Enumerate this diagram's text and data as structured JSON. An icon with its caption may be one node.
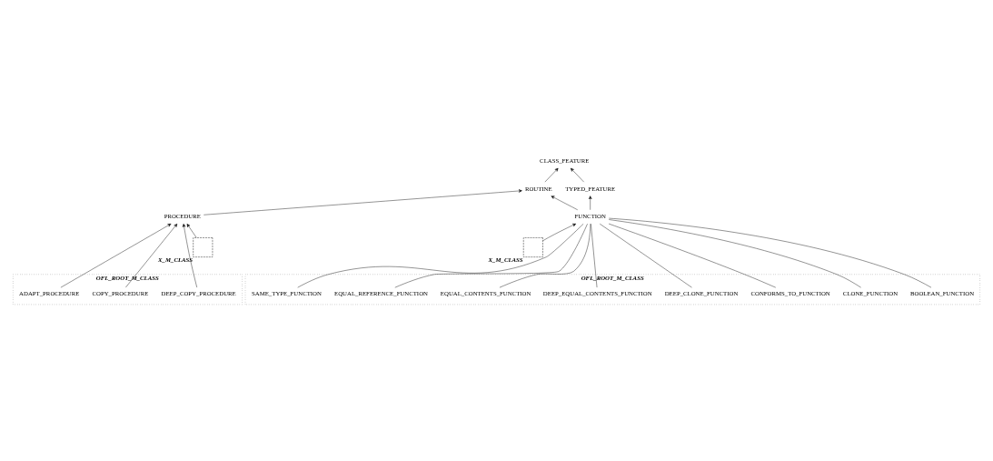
{
  "diagram": {
    "nodes": [
      {
        "text": [
          "CLASS_FEATURE"
        ]
      },
      {
        "text": [
          "ROUTINE"
        ]
      },
      {
        "text": [
          "TYPED_FEATURE"
        ]
      },
      {
        "text": [
          "PROCEDURE"
        ]
      },
      {
        "text": [
          "FUNCTION"
        ]
      },
      {
        "text": [
          "OFL_ROOT_M_CLASS"
        ]
      },
      {
        "text": [
          "ADAPT_PROCEDURE"
        ],
        "in": 5
      },
      {
        "text": [
          "COPY_PROCEDURE"
        ],
        "in": 5
      },
      {
        "text": [
          "DEEP_COPY_PROCEDURE"
        ],
        "in": 5
      },
      {
        "text": [],
        "shape": "box",
        "beside": [
          "X_M_CLASS"
        ]
      },
      {
        "text": [],
        "shape": "box",
        "beside": [
          "X_M_CLASS"
        ]
      },
      {
        "text": [
          "OFL_ROOT_M_CLASS"
        ]
      },
      {
        "text": [
          "SAME_TYPE_FUNCTION"
        ],
        "in": 11
      },
      {
        "text": [
          "EQUAL_REFERENCE_FUNCTION"
        ],
        "in": 11
      },
      {
        "text": [
          "EQUAL_CONTENTS_FUNCTION"
        ],
        "in": 11
      },
      {
        "text": [
          "DEEP_EQUAL_CONTENTS_FUNCTION"
        ],
        "in": 11
      },
      {
        "text": [
          "DEEP_CLONE_FUNCTION"
        ],
        "in": 11
      },
      {
        "text": [
          "CONFORMS_TO_FUNCTION"
        ],
        "in": 11
      },
      {
        "text": [
          "CLONE_FUNCTION"
        ],
        "in": 11
      },
      {
        "text": [
          "BOOLEAN_FUNCTION"
        ],
        "in": 11
      }
    ],
    "edges": [
      {
        "from": 1,
        "to": 0,
        "arrow": "to"
      },
      {
        "from": 2,
        "to": 0,
        "arrow": "to"
      },
      {
        "from": 3,
        "to": 1,
        "arrow": "to"
      },
      {
        "from": 4,
        "to": 1,
        "arrow": "to"
      },
      {
        "from": 4,
        "to": 2,
        "arrow": "to"
      },
      {
        "from": 6,
        "to": 3,
        "arrow": "to"
      },
      {
        "from": 7,
        "to": 3,
        "arrow": "to"
      },
      {
        "from": 8,
        "to": 3,
        "arrow": "to"
      },
      {
        "from": 9,
        "to": 3,
        "arrow": "to"
      },
      {
        "from": 10,
        "to": 4,
        "arrow": "to"
      },
      {
        "from": 12,
        "to": 4,
        "arrow": "none"
      },
      {
        "from": 13,
        "to": 4,
        "arrow": "none"
      },
      {
        "from": 14,
        "to": 4,
        "arrow": "none"
      },
      {
        "from": 15,
        "to": 4,
        "arrow": "none"
      },
      {
        "from": 16,
        "to": 4,
        "arrow": "none"
      },
      {
        "from": 17,
        "to": 4,
        "arrow": "none"
      },
      {
        "from": 18,
        "to": 4,
        "arrow": "none"
      },
      {
        "from": 19,
        "to": 4,
        "arrow": "none"
      }
    ]
  }
}
